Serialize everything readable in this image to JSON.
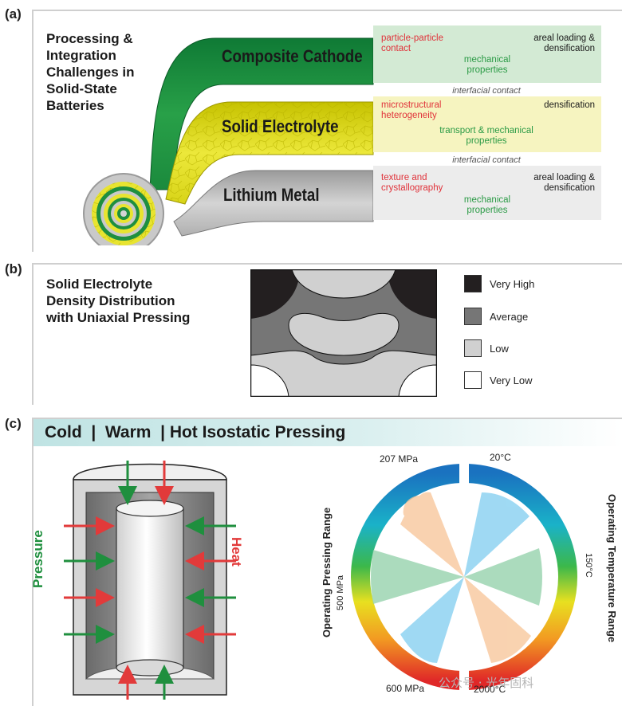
{
  "panel_a": {
    "label": "(a)",
    "title_lines": [
      "Processing &",
      "Integration",
      "Challenges in",
      "Solid-State",
      "Batteries"
    ],
    "layers": [
      {
        "name": "Composite Cathode",
        "notes": {
          "red": [
            "particle-particle",
            "contact"
          ],
          "black": [
            "areal loading &",
            "densification"
          ],
          "green": [
            "mechanical",
            "properties"
          ]
        }
      },
      {
        "name": "Solid Electrolyte",
        "notes": {
          "red": [
            "microstructural",
            "heterogeneity"
          ],
          "black": [
            "densification"
          ],
          "green": [
            "transport & mechanical",
            "properties"
          ]
        }
      },
      {
        "name": "Lithium Metal",
        "notes": {
          "red": [
            "texture and",
            "crystallography"
          ],
          "black": [
            "areal loading &",
            "densification"
          ],
          "green": [
            "mechanical",
            "properties"
          ]
        }
      }
    ],
    "interfaces": [
      "interfacial contact",
      "interfacial contact"
    ]
  },
  "panel_b": {
    "label": "(b)",
    "title_lines": [
      "Solid Electrolyte",
      "Density Distribution",
      "with Uniaxial Pressing"
    ],
    "legend": [
      {
        "label": "Very High",
        "color": "#231f20"
      },
      {
        "label": "Average",
        "color": "#767676"
      },
      {
        "label": "Low",
        "color": "#d0d0d0"
      },
      {
        "label": "Very Low",
        "color": "#ffffff"
      }
    ]
  },
  "panel_c": {
    "label": "(c)",
    "title": "Cold  |  Warm  | Hot Isostatic Pressing",
    "pressure_label": "Pressure",
    "heat_label": "Heat",
    "gauge": {
      "left_axis_title": "Operating Pressing Range",
      "right_axis_title": "Operating Temperature Range",
      "top_left": "207 MPa",
      "mid_left": "500 MPa",
      "bottom_left": "600 MPa",
      "top_right": "20°C",
      "mid_right": "150°C",
      "bottom_right": "2000°C"
    }
  },
  "watermark": "公众号 · 光年固科"
}
